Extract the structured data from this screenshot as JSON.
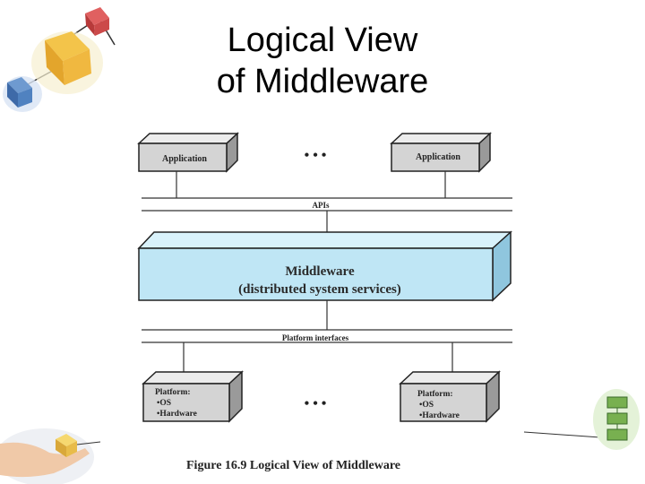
{
  "slide": {
    "title_line1": "Logical View",
    "title_line2": "of Middleware"
  },
  "diagram": {
    "application_left": "Application",
    "application_right": "Application",
    "ellipsis_top": "• • •",
    "apis_label": "APIs",
    "middleware_title": "Middleware",
    "middleware_subtitle": "(distributed system services)",
    "platform_interfaces_label": "Platform interfaces",
    "platform_left": {
      "title": "Platform:",
      "item1": "•OS",
      "item2": "•Hardware"
    },
    "platform_right": {
      "title": "Platform:",
      "item1": "•OS",
      "item2": "•Hardware"
    },
    "ellipsis_bottom": "• • •",
    "caption": "Figure 16.9  Logical View of Middleware"
  },
  "colors": {
    "app_box": "#d4d4d4",
    "middleware_box": "#bfe6f5",
    "platform_box": "#d4d4d4"
  },
  "decorations": [
    "cube-cluster-icon",
    "hand-cube-icon",
    "green-flowchart-icon"
  ]
}
